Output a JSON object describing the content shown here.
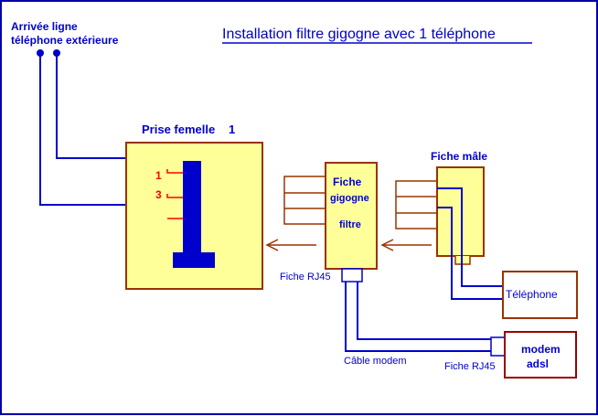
{
  "title": "Installation filtre gigogne avec 1 téléphone",
  "incoming_line": {
    "line1": "Arrivée ligne",
    "line2": "téléphone extérieure"
  },
  "socket": {
    "label_prefix": "Prise  femelle",
    "label_number": "1",
    "pin_1": "1",
    "pin_3": "3"
  },
  "filter": {
    "line1": "Fiche",
    "line2": "gigogne",
    "line3": "filtre",
    "rj45_label": "Fiche RJ45"
  },
  "male_plug": {
    "label": "Fiche mâle"
  },
  "telephone": {
    "label": "Téléphone"
  },
  "modem": {
    "line1": "modem",
    "line2": "adsl",
    "rj45_label": "Fiche RJ45"
  },
  "modem_cable": {
    "label": "Câble modem"
  },
  "colors": {
    "frame": "#0000aa",
    "wire_blue": "#0000cc",
    "box_fill": "#ffff99",
    "box_stroke": "#993300",
    "accent_red": "#ff0000"
  }
}
